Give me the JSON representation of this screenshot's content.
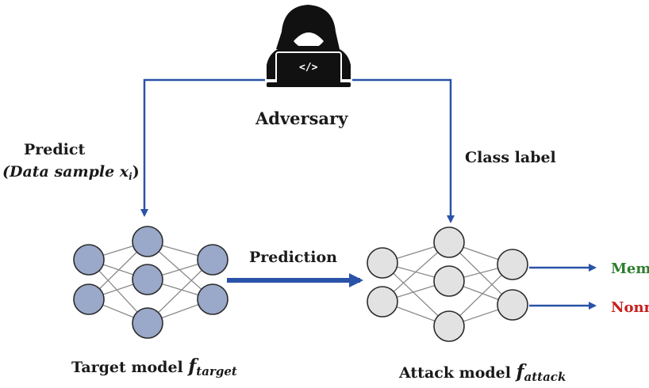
{
  "adversary": {
    "label": "Adversary",
    "laptop_code": "</>"
  },
  "predict": {
    "line1": "Predict",
    "line2": "(Data sample x",
    "line2_sub": "i",
    "line2_end": ")"
  },
  "class_label": "Class label",
  "prediction": "Prediction",
  "target_model": {
    "label": "Target model ",
    "symbol": "f",
    "sub": "target"
  },
  "attack_model": {
    "label": "Attack model ",
    "symbol": "f",
    "sub": "attack"
  },
  "outputs": {
    "member": {
      "text": "Mem",
      "color": "#2e7d2e"
    },
    "nonmember": {
      "text": "Nonn",
      "color": "#c81e1e"
    }
  },
  "colors": {
    "arrow": "#2a52a8",
    "target_node": "#9aa8c9",
    "attack_node": "#e2e2e2",
    "edge": "#8a8a8a",
    "node_stroke": "#2b2b2b"
  }
}
